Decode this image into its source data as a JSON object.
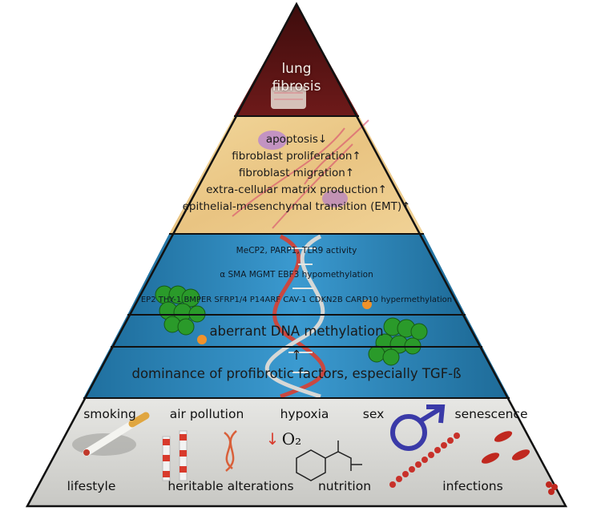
{
  "pyramid": {
    "apex": {
      "line1": "lung",
      "line2": "fibrosis"
    },
    "cellular_effects": [
      "apoptosis↓",
      "fibroblast proliferation↑",
      "fibroblast migration↑",
      "extra-cellular matrix production↑",
      "epithelial-mesenchymal transition (EMT)↑"
    ],
    "epigenetic": {
      "activity": "MeCP2, PARP1, TLR9 activity",
      "hypomethylation": "α SMA MGMT EBF3 hypomethylation",
      "hypermethylation": "EP2 THY-1 BMPER SFRP1/4 P14ARF CAV-1 CDKN2B CARD10 hypermethylation"
    },
    "methylation": "aberrant DNA methylation",
    "arrow": "↑",
    "profibrotic": "dominance of profibrotic factors, especially TGF-ß",
    "base": {
      "smoking": "smoking",
      "air_pollution": "air pollution",
      "hypoxia": "hypoxia",
      "sex": "sex",
      "senescence": "senescence",
      "lifestyle": "lifestyle",
      "heritable": "heritable alterations",
      "nutrition": "nutrition",
      "infections": "infections",
      "o2": "O₂",
      "down_arrow": "↓"
    }
  },
  "colors": {
    "apex": "#5a1414",
    "cellular": "#e8c98c",
    "epigenetic": "#2f86b8",
    "base": "#d9d9d6",
    "dna_red": "#d94032",
    "green_cluster": "#2a9a2a"
  },
  "icons": [
    "cigarette-icon",
    "smokestack-icon",
    "dna-icon",
    "down-arrow-icon",
    "molecule-icon",
    "male-symbol-icon",
    "bacteria-icon",
    "blood-cells-icon",
    "nucleosome-icon",
    "lung-tissue-icon"
  ]
}
